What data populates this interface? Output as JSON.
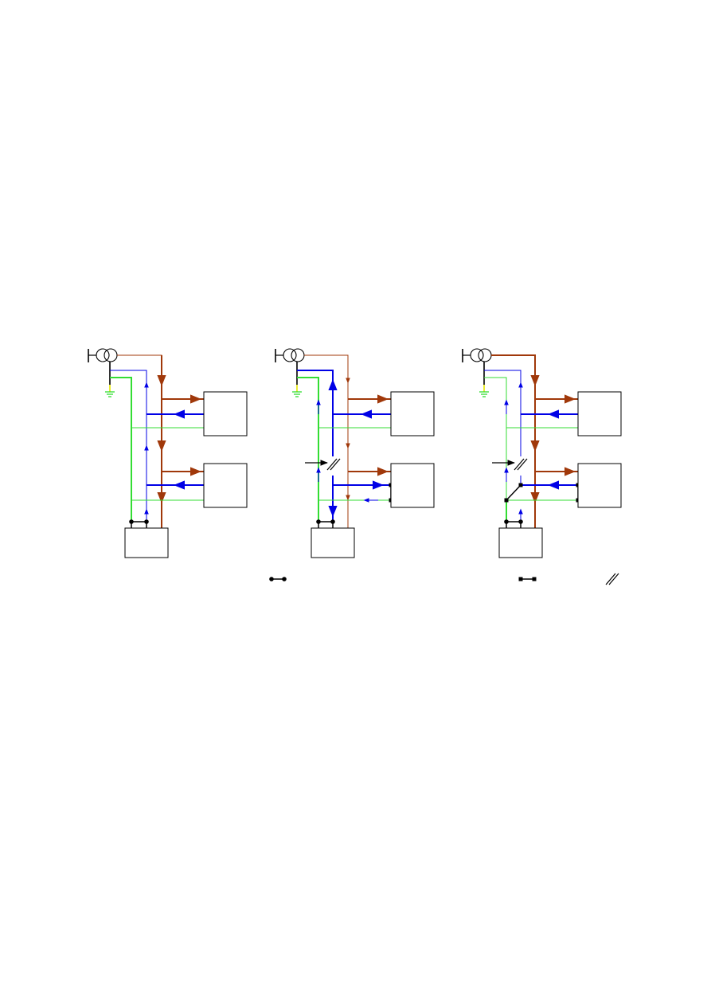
{
  "figure": {
    "colors": {
      "phase": "#a0380a",
      "neutral": "#0000e6",
      "protective_earth": "#33dd33",
      "earth_symbol": "#33dd33",
      "earth_junction": "#e6e600",
      "line": "#000000",
      "box": "#000000"
    },
    "panels": [
      {
        "id": "panel-1",
        "variant": "intact"
      },
      {
        "id": "panel-2",
        "variant": "broken-pen"
      },
      {
        "id": "panel-3",
        "variant": "broken-pen-fault"
      }
    ],
    "legend": [
      {
        "id": "legend-link-dots",
        "symbol": "link-round"
      },
      {
        "id": "legend-link-squares",
        "symbol": "link-square"
      },
      {
        "id": "legend-break",
        "symbol": "break-mark"
      }
    ]
  }
}
